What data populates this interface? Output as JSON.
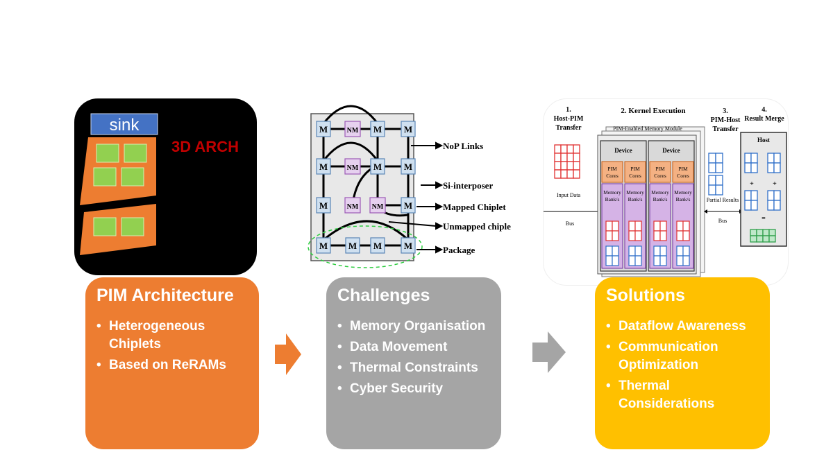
{
  "sink_label": "sink",
  "arch_label": "3D ARCH",
  "chiplet": {
    "node_m": "M",
    "node_nm": "NM",
    "labels": [
      "NoP Links",
      "Si-interposer",
      "Mapped Chiplet",
      "Unmapped chiplet",
      "Package"
    ]
  },
  "pim": {
    "step1": [
      "1.",
      "Host-PIM",
      "Transfer"
    ],
    "step2": "2. Kernel Execution",
    "step3": [
      "3.",
      "PIM-Host",
      "Transfer"
    ],
    "step4": [
      "4.",
      "Result Merge"
    ],
    "module": "PIM-Enabled Memory Module",
    "device": "Device",
    "pim_cores": [
      "PIM",
      "Cores"
    ],
    "memory_bank": [
      "Memory",
      "Bank/s"
    ],
    "input_data": "Input Data",
    "bus": "Bus",
    "partial_results": "Partial Results",
    "host": "Host",
    "plus": "+",
    "equals": "="
  },
  "panels": [
    {
      "title": "PIM Architecture",
      "items": [
        "Heterogeneous Chiplets",
        "Based on ReRAMs"
      ],
      "color": "#ED7D31"
    },
    {
      "title": "Challenges",
      "items": [
        "Memory Organisation",
        "Data Movement",
        "Thermal Constraints",
        "Cyber Security"
      ],
      "color": "#A5A5A5"
    },
    {
      "title": "Solutions",
      "items": [
        "Dataflow Awareness",
        "Communication Optimization",
        "Thermal Considerations"
      ],
      "color": "#FFC000"
    }
  ],
  "bullet": "•"
}
